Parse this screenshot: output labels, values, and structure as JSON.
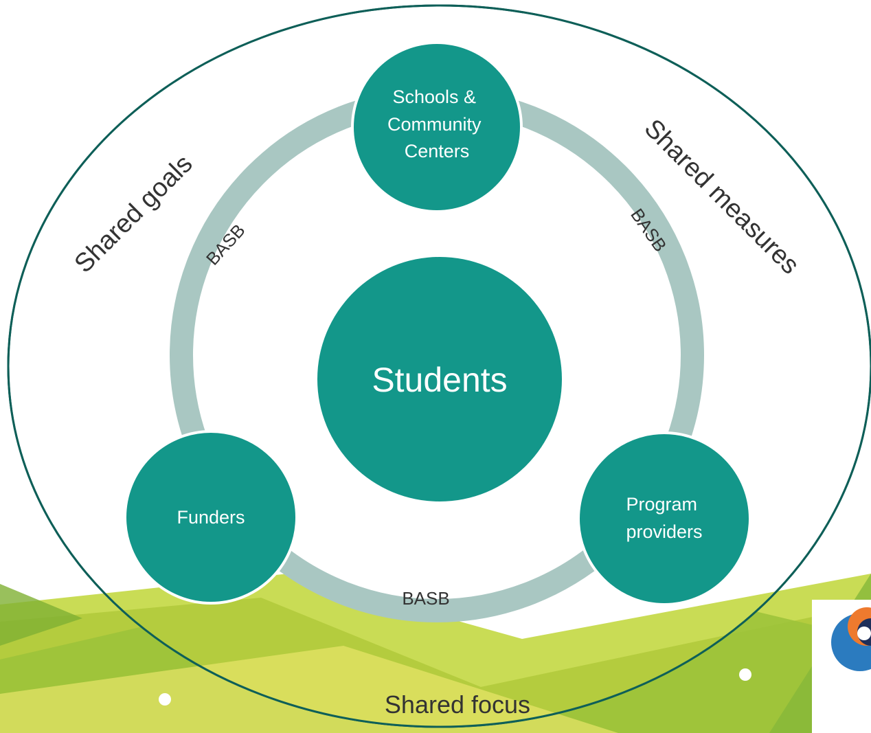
{
  "diagram": {
    "center": {
      "label": "Students"
    },
    "nodes": [
      {
        "id": "schools",
        "lines": [
          "Schools &",
          "Community",
          "Centers"
        ]
      },
      {
        "id": "funders",
        "lines": [
          "Funders"
        ]
      },
      {
        "id": "providers",
        "lines": [
          "Program",
          "providers"
        ]
      }
    ],
    "ring_labels": {
      "left": "BASB",
      "right": "BASB",
      "bottom": "BASB"
    },
    "outer_labels": {
      "goals": "Shared goals",
      "measures": "Shared measures",
      "focus": "Shared focus"
    }
  },
  "colors": {
    "node_fill": "#13978a",
    "ring": "#a9c7c2",
    "outer_stroke": "#0e5f58",
    "text_dark": "#333333",
    "text_light": "#ffffff",
    "band_green": "#9bc23a",
    "band_yellow": "#e3e45a"
  }
}
